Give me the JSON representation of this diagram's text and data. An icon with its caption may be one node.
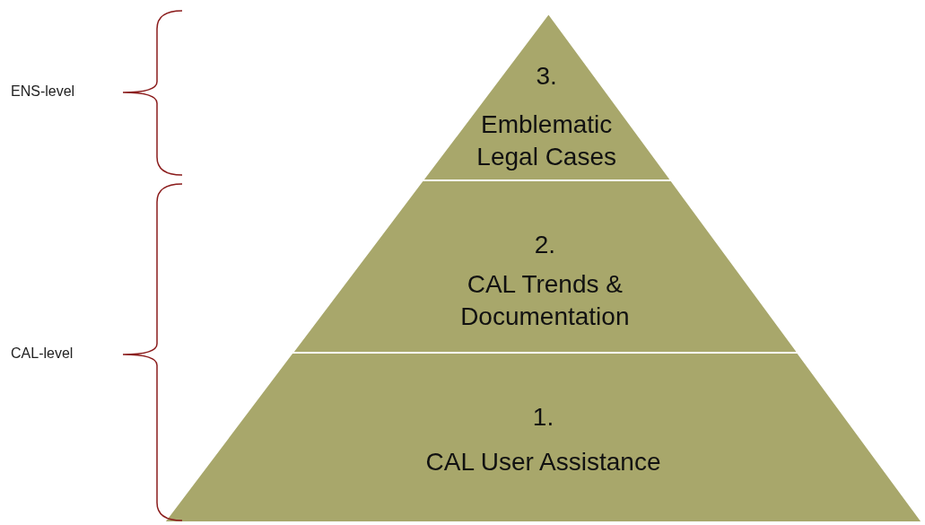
{
  "diagram": {
    "nodes": [
      {
        "text": [
          "3.",
          "Emblematic Legal Cases"
        ]
      },
      {
        "text": [
          "2.",
          "CAL Trends & Documentation"
        ]
      },
      {
        "text": [
          "1.",
          "CAL User Assistance"
        ]
      }
    ],
    "labels": [
      "ENS-level",
      "CAL-level"
    ]
  }
}
